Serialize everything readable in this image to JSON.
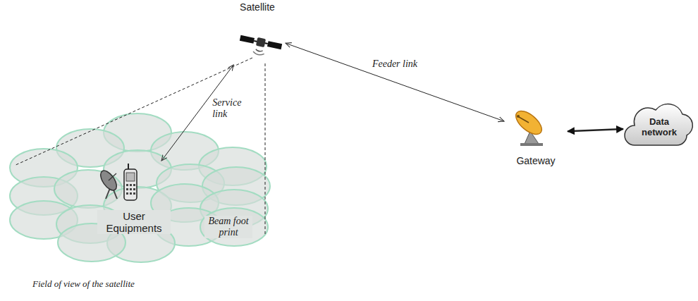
{
  "diagram": {
    "nodes": [
      {
        "text": [
          "Satellite"
        ]
      },
      {
        "text": [
          "User Equipments"
        ]
      },
      {
        "text": [
          "Gateway"
        ]
      },
      {
        "text": [
          "Data network"
        ]
      }
    ],
    "edges": [
      {
        "from": 0,
        "to": 1,
        "label": "Service link",
        "arrow": "both"
      },
      {
        "from": 0,
        "to": 2,
        "label": "Feeder link",
        "arrow": "both"
      },
      {
        "from": 2,
        "to": 3,
        "arrow": "both"
      }
    ],
    "labels": [
      "Beam foot print",
      "Field of view of the satellite"
    ]
  }
}
